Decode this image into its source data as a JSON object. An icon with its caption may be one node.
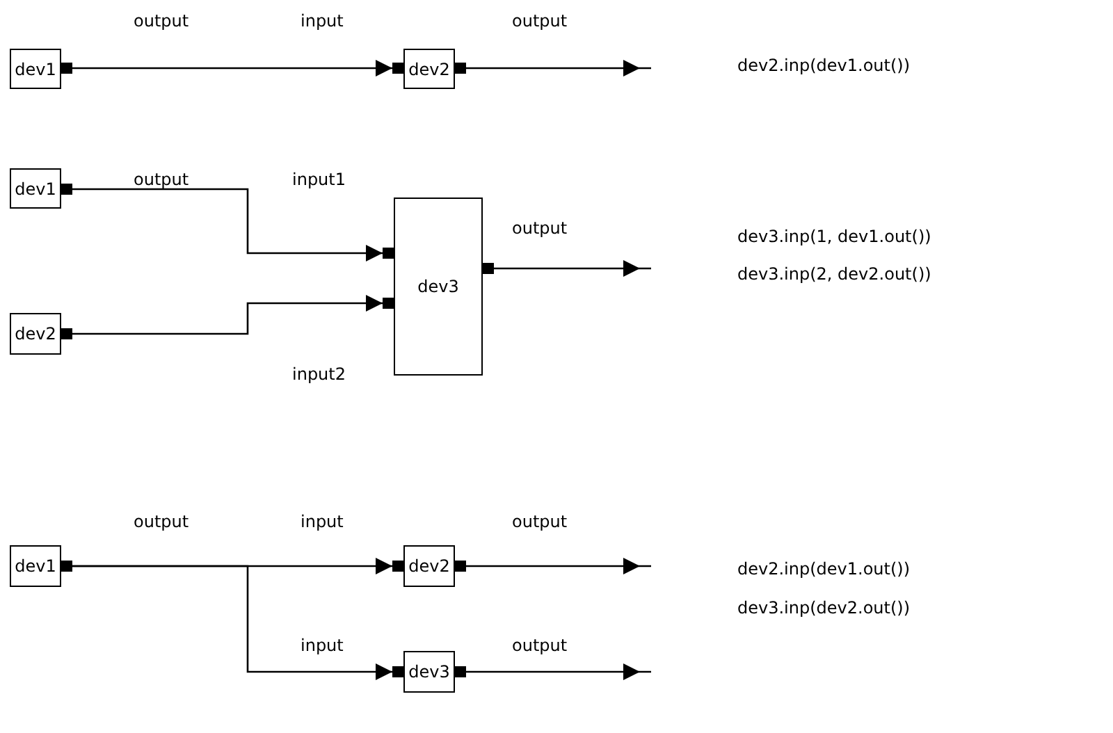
{
  "diagram": {
    "nodes": [
      {
        "text": [
          "dev1"
        ]
      },
      {
        "text": [
          "dev2"
        ]
      },
      {
        "text": [
          "dev1"
        ]
      },
      {
        "text": [
          "dev2"
        ]
      },
      {
        "text": [
          "dev3"
        ]
      },
      {
        "text": [
          "dev1"
        ]
      },
      {
        "text": [
          "dev2"
        ]
      },
      {
        "text": [
          "dev3"
        ]
      }
    ],
    "edges": [
      {
        "from": 0,
        "to": 1,
        "arrow": "to"
      },
      {
        "from": 1,
        "to": null,
        "arrow": "to"
      },
      {
        "from": 2,
        "to": 4,
        "arrow": "to"
      },
      {
        "from": 3,
        "to": 4,
        "arrow": "to"
      },
      {
        "from": 4,
        "to": null,
        "arrow": "to"
      },
      {
        "from": 5,
        "to": 6,
        "arrow": "to"
      },
      {
        "from": 5,
        "to": 7,
        "arrow": "to"
      },
      {
        "from": 6,
        "to": null,
        "arrow": "to"
      },
      {
        "from": 7,
        "to": null,
        "arrow": "to"
      }
    ],
    "labels": [
      "output",
      "input",
      "output",
      "output",
      "input1",
      "output",
      "input2",
      "output",
      "input",
      "output",
      "input",
      "output",
      "dev2.inp(dev1.out())",
      "dev3.inp(1, dev1.out())",
      "dev3.inp(2, dev2.out())",
      "dev2.inp(dev1.out())",
      "dev3.inp(dev2.out())"
    ]
  }
}
